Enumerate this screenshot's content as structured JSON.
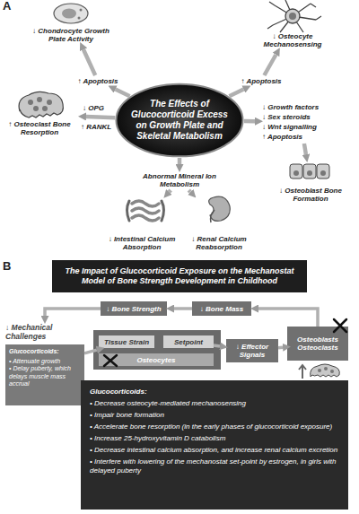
{
  "diagram": {
    "nodes": [
      {
        "text": [
          "The Effects of Glucocorticoid Excess on Growth Plate and Skeletal Metabolism"
        ]
      },
      {
        "text": [
          "↑ Apoptosis"
        ]
      },
      {
        "text": [
          "↓ Chondrocyte Growth Plate Activity"
        ]
      },
      {
        "text": [
          "↑ Apoptosis"
        ]
      },
      {
        "text": [
          "↓ Osteocyte Mechanosensing"
        ]
      },
      {
        "text": [
          "↑ Osteoclast Bone Resorption"
        ]
      },
      {
        "text": [
          "↓ Growth factors",
          "↓ Sex steroids",
          "↓ Wnt signalling",
          "↑ Apoptosis"
        ]
      },
      {
        "text": [
          "↓ Osteoblast Bone Formation"
        ]
      },
      {
        "text": [
          "Abnormal Mineral Ion Metabolism"
        ]
      },
      {
        "text": [
          "↓ Intestinal Calcium Absorption"
        ]
      },
      {
        "text": [
          "↓ Renal Calcium Reabsorption"
        ]
      },
      {
        "text": [
          "The Impact of Glucocorticoid Exposure on the Mechanostat Model of Bone Strength Development in Childhood"
        ]
      },
      {
        "text": [
          "↓ Bone Strength"
        ]
      },
      {
        "text": [
          "↓ Bone Mass"
        ]
      },
      {
        "text": [
          "↓ Mechanical Challenges",
          "Glucocorticoids:",
          "• Attenuate growth",
          "• Delay puberty, which delays muscle mass accrual"
        ]
      },
      {
        "text": [
          "Tissue Strain"
        ]
      },
      {
        "text": [
          "Setpoint"
        ]
      },
      {
        "text": [
          "Osteocytes"
        ]
      },
      {
        "text": [
          "↓ Effector Signals"
        ]
      },
      {
        "text": [
          "Osteoblasts",
          "Osteoclasts"
        ]
      },
      {
        "text": [
          "Glucocorticoids:",
          "• Decrease osteocyte-mediated mechanosensing",
          "• Impair bone formation",
          "• Accelerate bone resorption (in the early phases of glucocorticoid exposure)",
          "• Increase 25-hydroxyvitamin D catabolism",
          "• Decrease intestinal calcium absorption, and increase renal calcium excretion",
          "• Interfere with lowering of the mechanostat set-point by estrogen, in girls with delayed puberty"
        ]
      }
    ],
    "edges": [
      {
        "from": 0,
        "to": 1,
        "arrow": "to"
      },
      {
        "from": 1,
        "to": 2,
        "arrow": "to"
      },
      {
        "from": 0,
        "to": 3,
        "arrow": "to"
      },
      {
        "from": 3,
        "to": 4,
        "arrow": "to"
      },
      {
        "from": 0,
        "to": 5,
        "arrow": "to"
      },
      {
        "from": 0,
        "to": 6,
        "arrow": "to"
      },
      {
        "from": 6,
        "to": 7,
        "arrow": "to"
      },
      {
        "from": 0,
        "to": 8,
        "arrow": "to"
      },
      {
        "from": 8,
        "to": 9,
        "arrow": "to"
      },
      {
        "from": 8,
        "to": 10,
        "arrow": "to"
      },
      {
        "from": 13,
        "to": 12,
        "arrow": "to"
      },
      {
        "from": 12,
        "to": 14,
        "arrow": "to"
      },
      {
        "from": 14,
        "to": 15,
        "arrow": "to"
      },
      {
        "from": 16,
        "to": 18,
        "arrow": "to"
      },
      {
        "from": 18,
        "to": 19,
        "arrow": "to"
      },
      {
        "from": 19,
        "to": 13,
        "arrow": "to"
      }
    ],
    "labels": [
      "A",
      "↓ OPG",
      "↑ RANKL",
      "B"
    ]
  }
}
